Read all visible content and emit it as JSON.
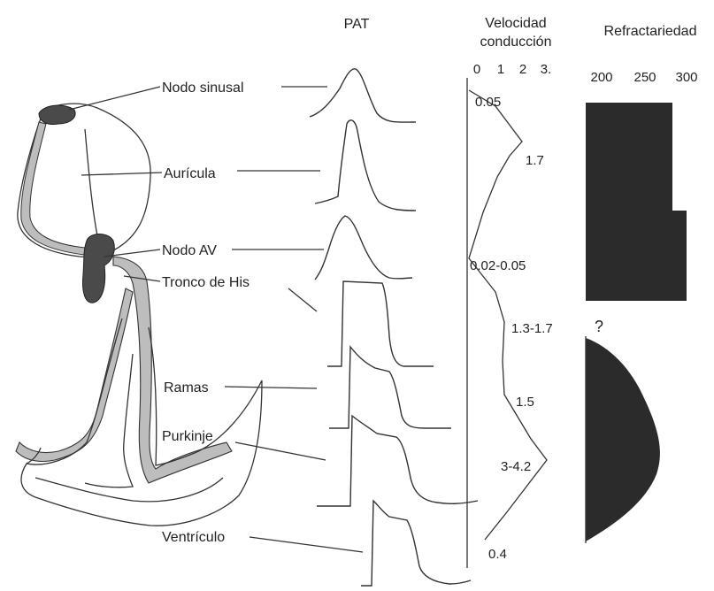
{
  "headers": {
    "pat": "PAT",
    "velocity_line1": "Velocidad",
    "velocity_line2": "conducción",
    "refractoriness": "Refractariedad"
  },
  "velocity_scale": [
    "0",
    "1",
    "2",
    "3."
  ],
  "refractoriness_scale": [
    "200",
    "250",
    "300"
  ],
  "anatomy_labels": {
    "sinus_node": "Nodo sinusal",
    "atrium": "Aurícula",
    "av_node": "Nodo AV",
    "his_bundle": "Tronco de His",
    "branches": "Ramas",
    "purkinje": "Purkinje",
    "ventricle": "Ventrículo"
  },
  "velocity_values": [
    "0.05",
    "1.7",
    "0.02-0.05",
    "1.3-1.7",
    "1.5",
    "3-4.2",
    "0.4"
  ],
  "unknown_marker": "?",
  "colors": {
    "ink": "#333333",
    "conduction_fill": "#bdbdbd",
    "node_fill": "#4a4a4a",
    "refractory_fill": "#2b2b2b"
  }
}
